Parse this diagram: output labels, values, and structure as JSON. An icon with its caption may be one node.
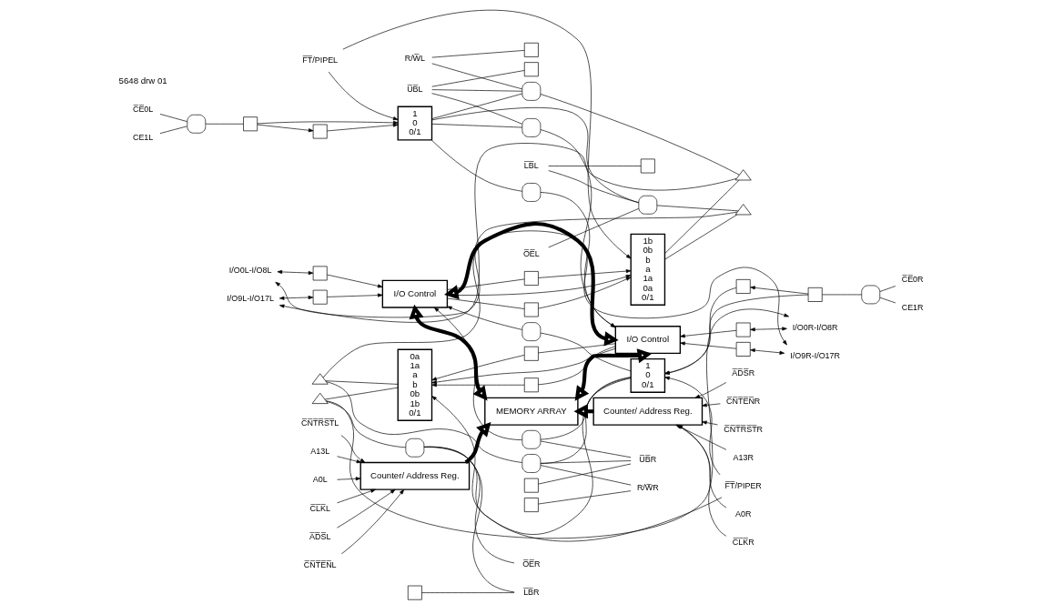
{
  "diagram": {
    "nodes": [
      {
        "text": [
          "R/W̅L"
        ]
      },
      {
        "text": [
          "U̅B̅L"
        ]
      },
      {
        "text": [
          "C̅E̅0L"
        ]
      },
      {
        "text": [
          "CE1L"
        ]
      },
      {
        "text": [
          "L̅B̅L"
        ]
      },
      {
        "text": [
          "O̅E̅L"
        ]
      },
      {
        "text": [
          "F̅T̅/PIPEL"
        ]
      },
      {
        "text": [
          "I/O9L-I/O17L"
        ]
      },
      {
        "text": [
          "I/O0L-I/O8L"
        ]
      },
      {
        "text": [
          "A13L"
        ]
      },
      {
        "text": [
          "A0L"
        ]
      },
      {
        "text": [
          "C̅L̅K̅L"
        ]
      },
      {
        "text": [
          "A̅D̅S̅L"
        ]
      },
      {
        "text": [
          "C̅N̅T̅E̅N̅L"
        ]
      },
      {
        "text": [
          "C̅N̅T̅R̅S̅T̅L"
        ]
      },
      {
        "text": [],
        "shape": "gate"
      },
      {
        "text": [],
        "shape": "box"
      },
      {
        "text": [],
        "shape": "box"
      },
      {
        "text": [],
        "shape": "box"
      },
      {
        "text": [],
        "shape": "box"
      },
      {
        "text": [],
        "shape": "box"
      },
      {
        "text": [
          "1",
          "0",
          "0/1"
        ]
      },
      {
        "text": [],
        "shape": "gate"
      },
      {
        "text": [],
        "shape": "gate"
      },
      {
        "text": [],
        "shape": "gate"
      },
      {
        "text": [],
        "shape": "gate"
      },
      {
        "text": [],
        "shape": "box"
      },
      {
        "text": [],
        "shape": "box"
      },
      {
        "text": [
          "1b",
          "0b",
          "b",
          "a",
          "1a",
          "0a",
          "0/1"
        ]
      },
      {
        "text": [],
        "shape": "triangle"
      },
      {
        "text": [],
        "shape": "triangle"
      },
      {
        "text": [],
        "shape": "box"
      },
      {
        "text": [],
        "shape": "box"
      },
      {
        "text": [
          "I/O Control"
        ]
      },
      {
        "text": [
          "Counter/ Address Reg."
        ]
      },
      {
        "text": [
          "R/W̅R"
        ]
      },
      {
        "text": [
          "U̅B̅R"
        ]
      },
      {
        "text": [
          "C̅E̅0R"
        ]
      },
      {
        "text": [
          "CE1R"
        ]
      },
      {
        "text": [
          "L̅B̅R"
        ]
      },
      {
        "text": [
          "O̅E̅R"
        ]
      },
      {
        "text": [
          "F̅T̅/PIPER"
        ]
      },
      {
        "text": [
          "I/O9R-I/O17R"
        ]
      },
      {
        "text": [
          "I/O0R-I/O8R"
        ]
      },
      {
        "text": [
          "A13R"
        ]
      },
      {
        "text": [
          "A0R"
        ]
      },
      {
        "text": [
          "C̅L̅K̅R"
        ]
      },
      {
        "text": [
          "A̅D̅S̅R"
        ]
      },
      {
        "text": [
          "C̅N̅T̅E̅N̅R"
        ]
      },
      {
        "text": [
          "C̅N̅T̅R̅S̅T̅R"
        ]
      },
      {
        "text": [],
        "shape": "gate"
      },
      {
        "text": [],
        "shape": "box"
      },
      {
        "text": [],
        "shape": "box"
      },
      {
        "text": [],
        "shape": "box"
      },
      {
        "text": [],
        "shape": "box"
      },
      {
        "text": [],
        "shape": "box"
      },
      {
        "text": [
          "1",
          "0",
          "0/1"
        ]
      },
      {
        "text": [],
        "shape": "gate"
      },
      {
        "text": [],
        "shape": "gate"
      },
      {
        "text": [],
        "shape": "gate"
      },
      {
        "text": [],
        "shape": "gate"
      },
      {
        "text": [],
        "shape": "box"
      },
      {
        "text": [],
        "shape": "box"
      },
      {
        "text": [
          "0a",
          "1a",
          "a",
          "b",
          "0b",
          "1b",
          "0/1"
        ]
      },
      {
        "text": [],
        "shape": "triangle"
      },
      {
        "text": [],
        "shape": "triangle"
      },
      {
        "text": [],
        "shape": "box"
      },
      {
        "text": [],
        "shape": "box"
      },
      {
        "text": [
          "I/O Control"
        ]
      },
      {
        "text": [
          "Counter/ Address Reg."
        ]
      },
      {
        "text": [
          "MEMORY ARRAY"
        ]
      }
    ],
    "edges": [
      {
        "from": 0,
        "to": 16,
        "arrow": "none"
      },
      {
        "from": 0,
        "to": 22,
        "arrow": "none"
      },
      {
        "from": 1,
        "to": 17,
        "arrow": "none"
      },
      {
        "from": 1,
        "to": 22,
        "arrow": "none"
      },
      {
        "from": 1,
        "to": 23,
        "arrow": "none"
      },
      {
        "from": 2,
        "to": 15,
        "arrow": "none"
      },
      {
        "from": 3,
        "to": 15,
        "arrow": "none"
      },
      {
        "from": 15,
        "to": 18,
        "arrow": "none"
      },
      {
        "from": 18,
        "to": 19,
        "arrow": "to"
      },
      {
        "from": 18,
        "to": 21,
        "arrow": "to"
      },
      {
        "from": 19,
        "to": 21,
        "arrow": "to"
      },
      {
        "from": 4,
        "to": 20,
        "arrow": "none"
      },
      {
        "from": 4,
        "to": 25,
        "arrow": "none"
      },
      {
        "from": 5,
        "to": 25,
        "arrow": "none"
      },
      {
        "from": 6,
        "to": 21,
        "arrow": "to"
      },
      {
        "from": 6,
        "to": 28,
        "arrow": "to"
      },
      {
        "from": 21,
        "to": 22,
        "arrow": "none"
      },
      {
        "from": 21,
        "to": 23,
        "arrow": "none"
      },
      {
        "from": 21,
        "to": 24,
        "arrow": "none"
      },
      {
        "from": 21,
        "to": 25,
        "arrow": "none"
      },
      {
        "from": 22,
        "to": 29,
        "arrow": "none"
      },
      {
        "from": 25,
        "to": 30,
        "arrow": "none"
      },
      {
        "from": 23,
        "to": 68,
        "arrow": "to"
      },
      {
        "from": 24,
        "to": 68,
        "arrow": "to"
      },
      {
        "from": 33,
        "to": 26,
        "arrow": "none"
      },
      {
        "from": 33,
        "to": 27,
        "arrow": "none"
      },
      {
        "from": 33,
        "to": 28,
        "arrow": "to"
      },
      {
        "from": 26,
        "to": 28,
        "arrow": "to"
      },
      {
        "from": 27,
        "to": 28,
        "arrow": "to"
      },
      {
        "from": 28,
        "to": 29,
        "arrow": "none"
      },
      {
        "from": 28,
        "to": 30,
        "arrow": "none"
      },
      {
        "from": 29,
        "to": 7,
        "arrow": "to"
      },
      {
        "from": 30,
        "to": 8,
        "arrow": "to"
      },
      {
        "from": 7,
        "to": 31,
        "arrow": "both"
      },
      {
        "from": 8,
        "to": 32,
        "arrow": "both"
      },
      {
        "from": 31,
        "to": 33,
        "arrow": "to"
      },
      {
        "from": 32,
        "to": 33,
        "arrow": "to"
      },
      {
        "from": 9,
        "to": 34,
        "arrow": "to"
      },
      {
        "from": 10,
        "to": 34,
        "arrow": "to"
      },
      {
        "from": 11,
        "to": 34,
        "arrow": "to"
      },
      {
        "from": 12,
        "to": 34,
        "arrow": "to"
      },
      {
        "from": 13,
        "to": 34,
        "arrow": "to"
      },
      {
        "from": 14,
        "to": 34,
        "arrow": "to"
      },
      {
        "from": 34,
        "to": 70,
        "arrow": "to",
        "style": "thick"
      },
      {
        "from": 33,
        "to": 70,
        "arrow": "both",
        "style": "thick"
      },
      {
        "from": 33,
        "to": 68,
        "arrow": "both",
        "style": "thick"
      },
      {
        "from": 35,
        "to": 51,
        "arrow": "none"
      },
      {
        "from": 35,
        "to": 57,
        "arrow": "none"
      },
      {
        "from": 36,
        "to": 52,
        "arrow": "none"
      },
      {
        "from": 36,
        "to": 57,
        "arrow": "none"
      },
      {
        "from": 36,
        "to": 58,
        "arrow": "none"
      },
      {
        "from": 37,
        "to": 50,
        "arrow": "none"
      },
      {
        "from": 38,
        "to": 50,
        "arrow": "none"
      },
      {
        "from": 50,
        "to": 53,
        "arrow": "none"
      },
      {
        "from": 53,
        "to": 54,
        "arrow": "to"
      },
      {
        "from": 53,
        "to": 56,
        "arrow": "to"
      },
      {
        "from": 54,
        "to": 56,
        "arrow": "to"
      },
      {
        "from": 39,
        "to": 55,
        "arrow": "none"
      },
      {
        "from": 39,
        "to": 60,
        "arrow": "none"
      },
      {
        "from": 40,
        "to": 60,
        "arrow": "none"
      },
      {
        "from": 41,
        "to": 56,
        "arrow": "to"
      },
      {
        "from": 41,
        "to": 63,
        "arrow": "to"
      },
      {
        "from": 56,
        "to": 57,
        "arrow": "none"
      },
      {
        "from": 56,
        "to": 58,
        "arrow": "none"
      },
      {
        "from": 56,
        "to": 59,
        "arrow": "none"
      },
      {
        "from": 56,
        "to": 60,
        "arrow": "none"
      },
      {
        "from": 57,
        "to": 64,
        "arrow": "none"
      },
      {
        "from": 60,
        "to": 65,
        "arrow": "none"
      },
      {
        "from": 58,
        "to": 33,
        "arrow": "to"
      },
      {
        "from": 59,
        "to": 33,
        "arrow": "to"
      },
      {
        "from": 68,
        "to": 61,
        "arrow": "none"
      },
      {
        "from": 68,
        "to": 62,
        "arrow": "none"
      },
      {
        "from": 68,
        "to": 63,
        "arrow": "to"
      },
      {
        "from": 61,
        "to": 63,
        "arrow": "to"
      },
      {
        "from": 62,
        "to": 63,
        "arrow": "to"
      },
      {
        "from": 63,
        "to": 64,
        "arrow": "none"
      },
      {
        "from": 63,
        "to": 65,
        "arrow": "none"
      },
      {
        "from": 64,
        "to": 42,
        "arrow": "to"
      },
      {
        "from": 65,
        "to": 43,
        "arrow": "to"
      },
      {
        "from": 42,
        "to": 66,
        "arrow": "both"
      },
      {
        "from": 43,
        "to": 67,
        "arrow": "both"
      },
      {
        "from": 66,
        "to": 68,
        "arrow": "to"
      },
      {
        "from": 67,
        "to": 68,
        "arrow": "to"
      },
      {
        "from": 44,
        "to": 69,
        "arrow": "to"
      },
      {
        "from": 45,
        "to": 69,
        "arrow": "to"
      },
      {
        "from": 46,
        "to": 69,
        "arrow": "to"
      },
      {
        "from": 47,
        "to": 69,
        "arrow": "to"
      },
      {
        "from": 48,
        "to": 69,
        "arrow": "to"
      },
      {
        "from": 49,
        "to": 69,
        "arrow": "to"
      },
      {
        "from": 69,
        "to": 70,
        "arrow": "to",
        "style": "thick"
      },
      {
        "from": 68,
        "to": 70,
        "arrow": "both",
        "style": "thick"
      }
    ],
    "labels": [
      "5648 drw 01"
    ]
  }
}
